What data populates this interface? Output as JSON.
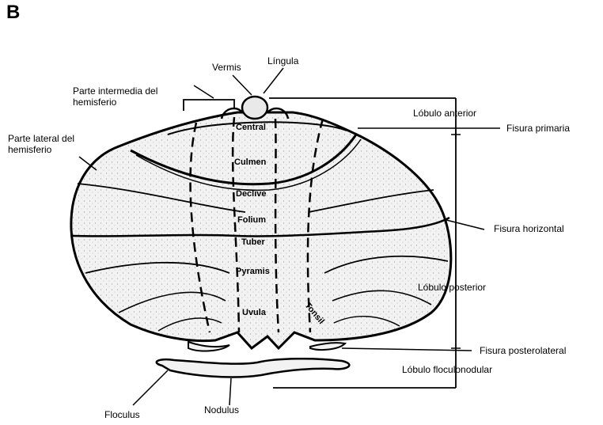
{
  "panel_letter": "B",
  "labels": {
    "vermis": "Vermis",
    "lingula": "Língula",
    "parte_intermedia": "Parte intermedia del hemisferio",
    "parte_lateral": "Parte lateral del hemisferio",
    "lobulo_anterior": "Lóbulo anterior",
    "fisura_primaria": "Fisura primaria",
    "fisura_horizontal": "Fisura horizontal",
    "lobulo_posterior": "Lóbulo posterior",
    "fisura_posterolateral": "Fisura posterolateral",
    "lobulo_floculonodular": "Lóbulo floculonodular",
    "floculus": "Floculus",
    "nodulus": "Nodulus"
  },
  "vermis_parts": {
    "central": "Central",
    "culmen": "Culmen",
    "declive": "Declive",
    "folium": "Folium",
    "tuber": "Tuber",
    "pyramis": "Pyramis",
    "uvula": "Uvula",
    "tonsil": "Tonsil"
  }
}
